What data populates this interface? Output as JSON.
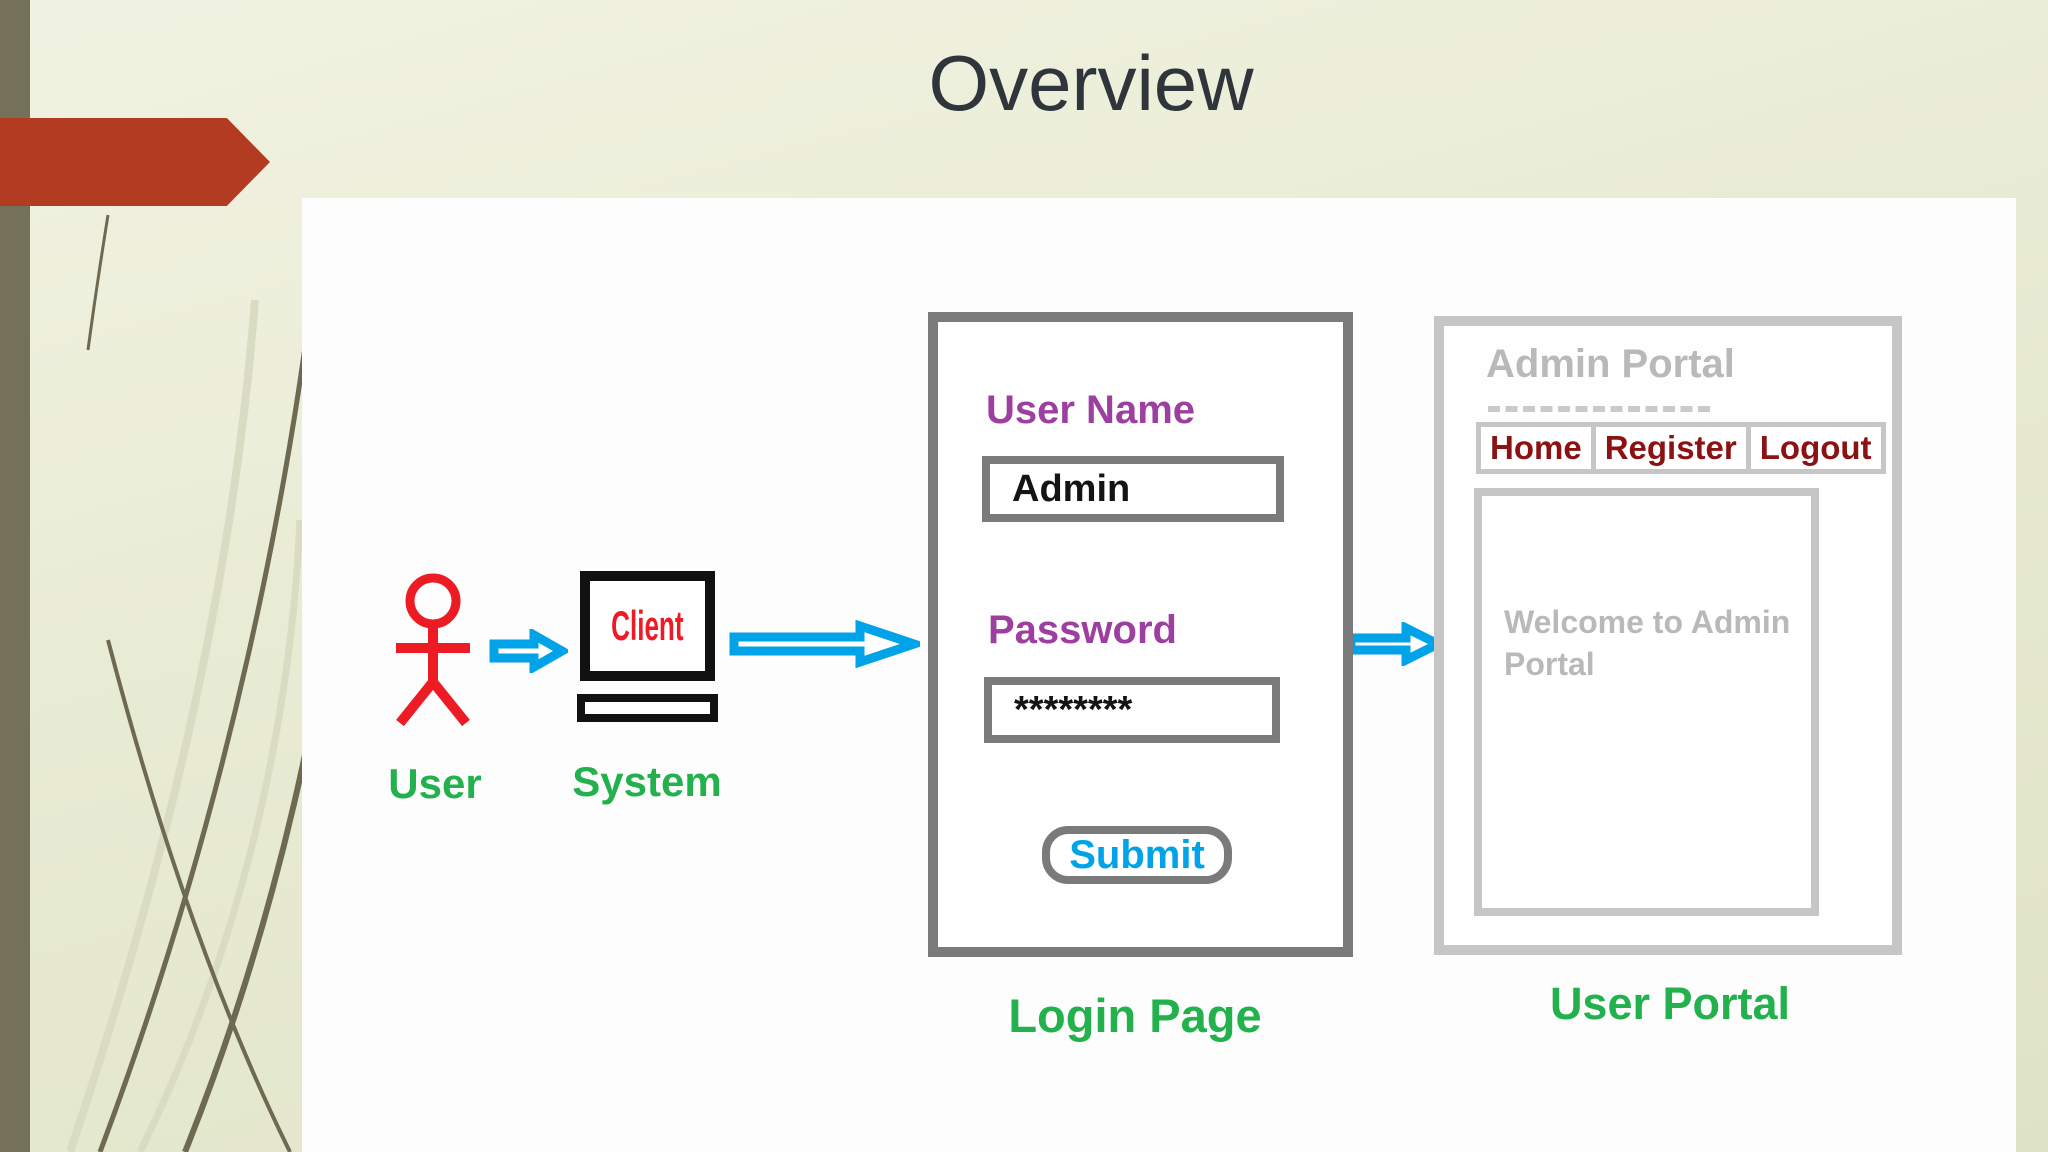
{
  "slide": {
    "title": "Overview"
  },
  "diagram": {
    "actor": {
      "label": "User"
    },
    "system": {
      "label": "System",
      "screen_text": "Client"
    },
    "login_page": {
      "username_label": "User Name",
      "username_value": "Admin",
      "password_label": "Password",
      "password_value": "********",
      "submit_label": "Submit",
      "caption": "Login Page"
    },
    "admin_portal": {
      "header": "Admin Portal",
      "nav": [
        {
          "label": "Home"
        },
        {
          "label": "Register"
        },
        {
          "label": "Logout"
        }
      ],
      "welcome_text": "Welcome to Admin Portal",
      "caption": "User Portal"
    }
  },
  "colors": {
    "accent_arrow_red": "#b23b22",
    "sidebar_olive": "#75705a",
    "background_green": "#e3e7cb",
    "label_green": "#22b14c",
    "sketch_red": "#ed1c24",
    "sketch_blue": "#00a2e8",
    "label_purple": "#9c3f9f",
    "nav_dark_red": "#8b1113",
    "login_border_gray": "#7a7a7a",
    "portal_border_gray": "#c6c6c6",
    "portal_text_gray": "#b7b9bb",
    "title_color": "#2f353a"
  }
}
